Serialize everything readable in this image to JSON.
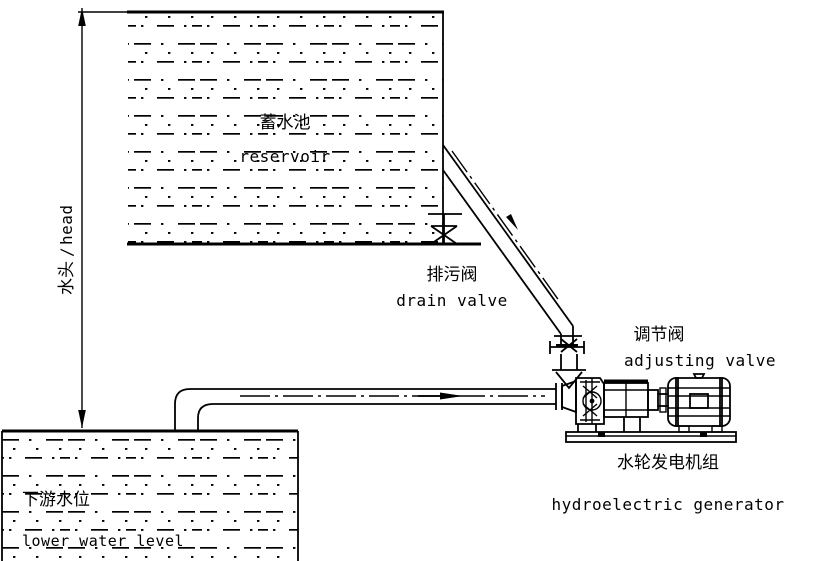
{
  "diagram": {
    "title": "hydroelectric generator schematic",
    "stroke_color": "#000000",
    "background_color": "#ffffff"
  },
  "labels": {
    "head": {
      "cn": "水头",
      "separator": "/",
      "en": "head",
      "combined": "水头/head"
    },
    "reservoir": {
      "cn": "蓄水池",
      "en": "reservoir"
    },
    "drain_valve": {
      "cn": "排污阀",
      "en": "drain valve"
    },
    "adjusting_valve": {
      "cn": "调节阀",
      "en": "adjusting valve"
    },
    "generator": {
      "cn": "水轮发电机组",
      "en": "hydroelectric generator"
    },
    "lower_water": {
      "cn": "下游水位",
      "en": "lower water level"
    }
  },
  "components": {
    "reservoir_tank": "reservoir-tank",
    "penstock": "penstock-pipe",
    "draft_tube": "draft-tube-pipe",
    "drain_valve_symbol": "drain-valve-symbol",
    "adjusting_valve_symbol": "adjusting-valve-symbol",
    "turbine": "water-turbine",
    "generator_unit": "generator-body",
    "baseplate": "machine-baseplate",
    "tailwater_basin": "tailwater-basin",
    "head_dimension": "head-dimension-line",
    "flow_arrows": "flow-direction-arrows"
  }
}
